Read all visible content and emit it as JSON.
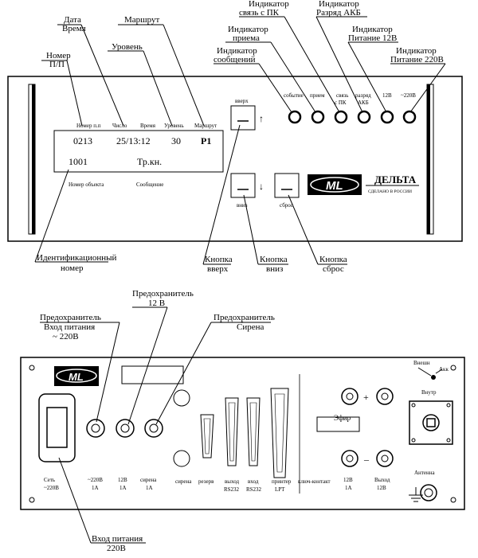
{
  "front": {
    "callouts": {
      "number_pp": [
        "Номер",
        "П/П"
      ],
      "date_time": [
        "Дата",
        "Время"
      ],
      "level": "Уровень",
      "route": "Маршрут",
      "ind_pc": [
        "Индикатор",
        "связь с ПК"
      ],
      "ind_akb": [
        "Индикатор",
        "Разряд АКБ"
      ],
      "ind_recv": [
        "Индикатор",
        "приема"
      ],
      "ind_msg": [
        "Индикатор",
        "сообщений"
      ],
      "ind_12v": [
        "Индикатор",
        "Питание 12В"
      ],
      "ind_220v": [
        "Индикатор",
        "Питание 220В"
      ],
      "id_number": [
        "Идентификационный",
        "номер"
      ],
      "btn_up": [
        "Кнопка",
        "вверх"
      ],
      "btn_down": [
        "Кнопка",
        "вниз"
      ],
      "btn_reset": [
        "Кнопка",
        "сброс"
      ]
    },
    "display": {
      "headers": [
        "Номер п.п",
        "Число",
        "Время",
        "Уровень",
        "Маршрут"
      ],
      "number": "0213",
      "datetime": "25/13:12",
      "level": "30",
      "route": "Р1",
      "object_number": "1001",
      "message": "Тр.кн.",
      "object_label": "Номер объекта",
      "message_label": "Сообщение"
    },
    "buttons": {
      "up": "вверх",
      "down": "вниз",
      "reset": "сброс",
      "up_arrow": "↑",
      "down_arrow": "↓"
    },
    "leds": [
      "событие",
      "прием",
      "связь с ПК",
      "разряд АКБ",
      "12В",
      "~220В"
    ],
    "brand": {
      "logo": "ML",
      "name": "ДЕЛЬТА",
      "made": "СДЕЛАНО В РОССИИ"
    }
  },
  "rear": {
    "callouts": {
      "fuse_12v": [
        "Предохранитель",
        "12 В"
      ],
      "fuse_220v": [
        "Предохранитель",
        "Вход питания",
        "~ 220В"
      ],
      "fuse_siren": [
        "Предохранитель",
        "Сирена"
      ],
      "power_in": [
        "Вход питания",
        "220В"
      ]
    },
    "labels": {
      "mains": [
        "Сеть",
        "~220В"
      ],
      "f220": [
        "~220В",
        "1А"
      ],
      "f12": [
        "12В",
        "1А"
      ],
      "fsiren": [
        "сирена",
        "1А"
      ],
      "siren": "сирена",
      "reserve": "резерв",
      "rs_out": [
        "выход",
        "RS232"
      ],
      "rs_in": [
        "вход",
        "RS232"
      ],
      "lpt": [
        "принтер",
        "LPT"
      ],
      "key": "ключ-контакт",
      "f12b": [
        "12В",
        "1А"
      ],
      "out12": [
        "Выход",
        "12В"
      ],
      "antenna": "Антенна",
      "ext": "Внешн",
      "akk": "Акк",
      "int": "Внутр",
      "efir": "Эфир",
      "plus": "+",
      "minus": "–"
    },
    "logo": "ML"
  }
}
